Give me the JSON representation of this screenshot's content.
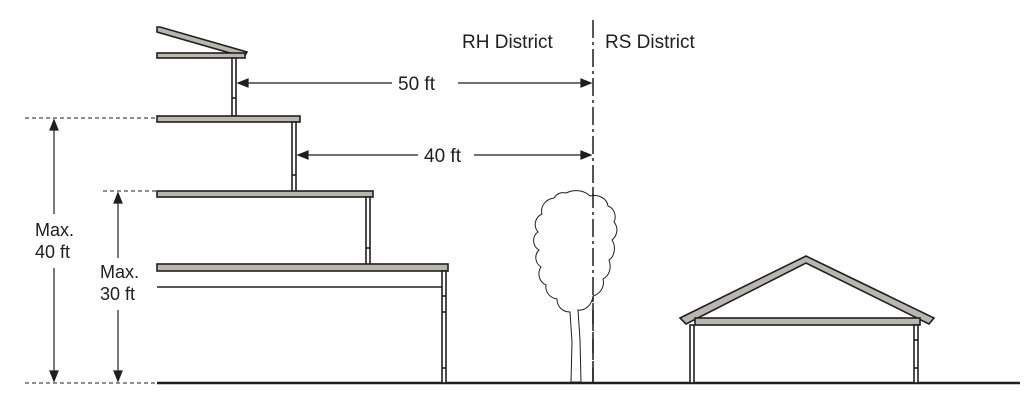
{
  "districts": {
    "left": "RH District",
    "right": "RS District"
  },
  "setbacks": {
    "upper": "50 ft",
    "lower": "40 ft"
  },
  "heights": {
    "max_40": {
      "line1": "Max.",
      "line2": "40 ft"
    },
    "max_30": {
      "line1": "Max.",
      "line2": "30 ft"
    }
  },
  "colors": {
    "ink": "#1f1f1f",
    "roof_fill": "#b9b6b0",
    "background": "#ffffff"
  }
}
